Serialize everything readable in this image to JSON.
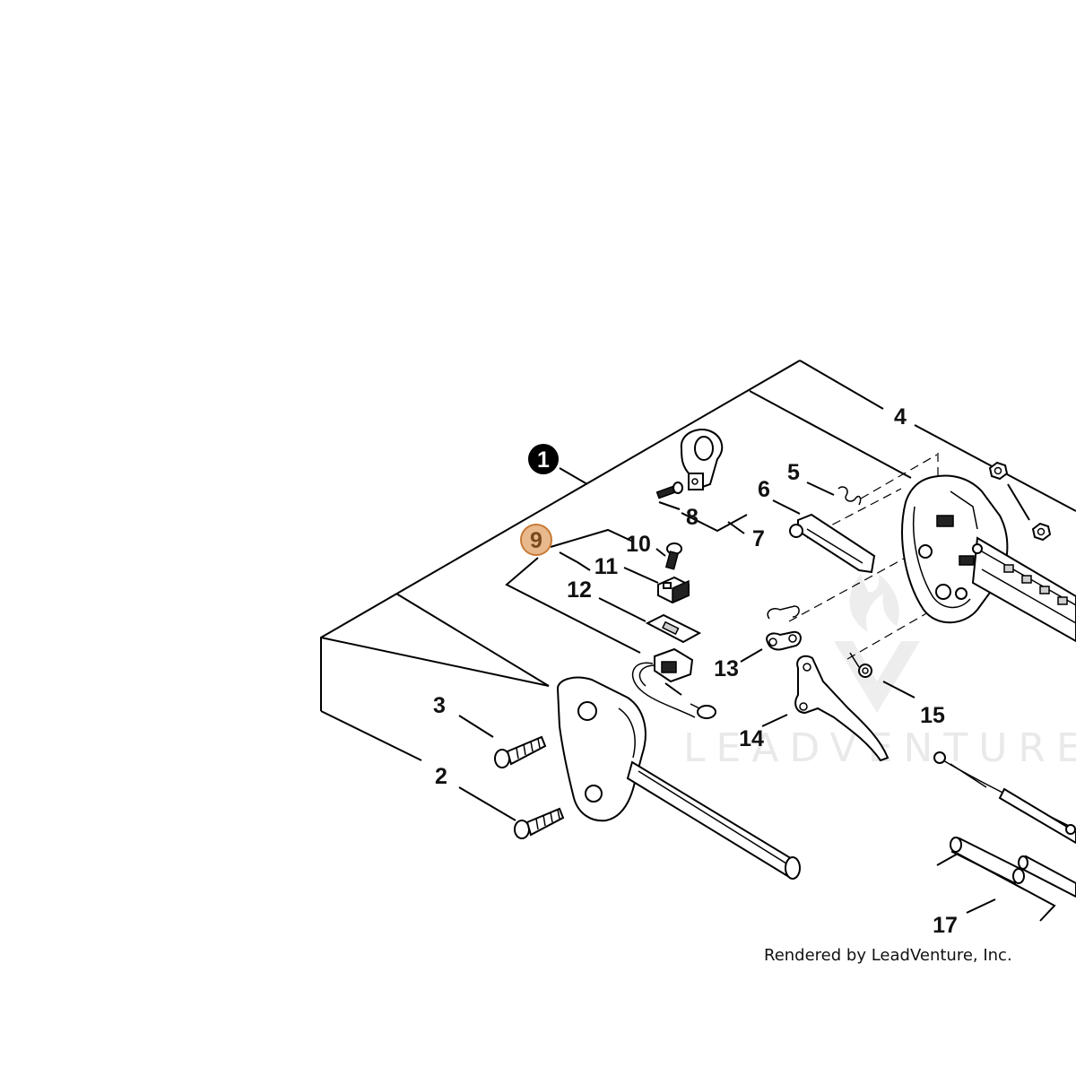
{
  "diagram": {
    "callouts": {
      "c1": "1",
      "c2": "2",
      "c3": "3",
      "c4": "4",
      "c5": "5",
      "c6": "6",
      "c7": "7",
      "c8": "8",
      "c9": "9",
      "c10": "10",
      "c11": "11",
      "c12": "12",
      "c13": "13",
      "c14": "14",
      "c15": "15",
      "c17": "17"
    },
    "highlight_color": "#e8b98d",
    "highlight_stroke": "#c87a35",
    "credit": "Rendered by LeadVenture, Inc.",
    "watermark": "LEADVENTURE"
  }
}
